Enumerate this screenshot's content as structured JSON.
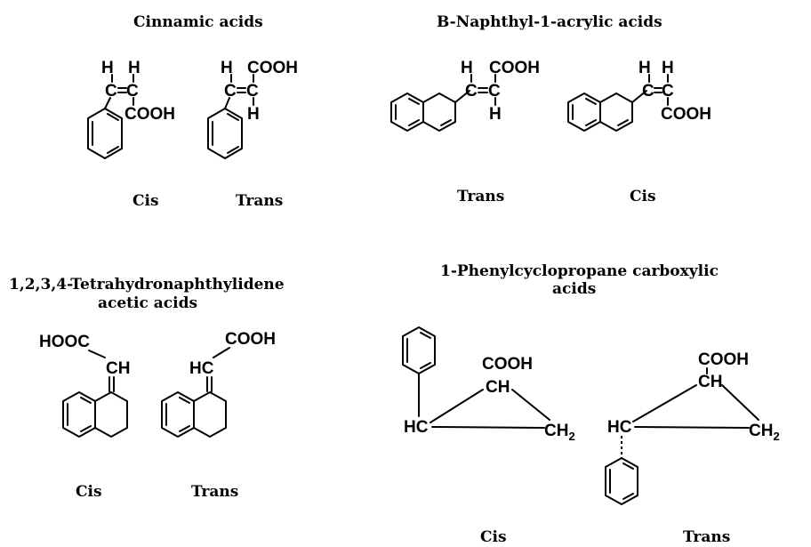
{
  "sections": {
    "cinnamic": {
      "title": "Cinnamic acids",
      "left_label": "Cis",
      "right_label": "Trans"
    },
    "naphthyl": {
      "title": "B-Naphthyl-1-acrylic acids",
      "left_label": "Trans",
      "right_label": "Cis"
    },
    "tetrahydro": {
      "title_line1": "1,2,3,4-Tetrahydronaphthylidene",
      "title_line2": "acetic acids",
      "left_label": "Cis",
      "right_label": "Trans"
    },
    "cyclopropane": {
      "title_line1": "1-Phenylcyclopropane carboxylic",
      "title_line2": "acids",
      "left_label": "Cis",
      "right_label": "Trans"
    }
  },
  "atoms": {
    "h": "H",
    "c": "C",
    "cooh": "COOH",
    "hooc": "HOOC",
    "ch": "CH",
    "hc": "HC",
    "ch2": "CH",
    "sub2": "2"
  }
}
